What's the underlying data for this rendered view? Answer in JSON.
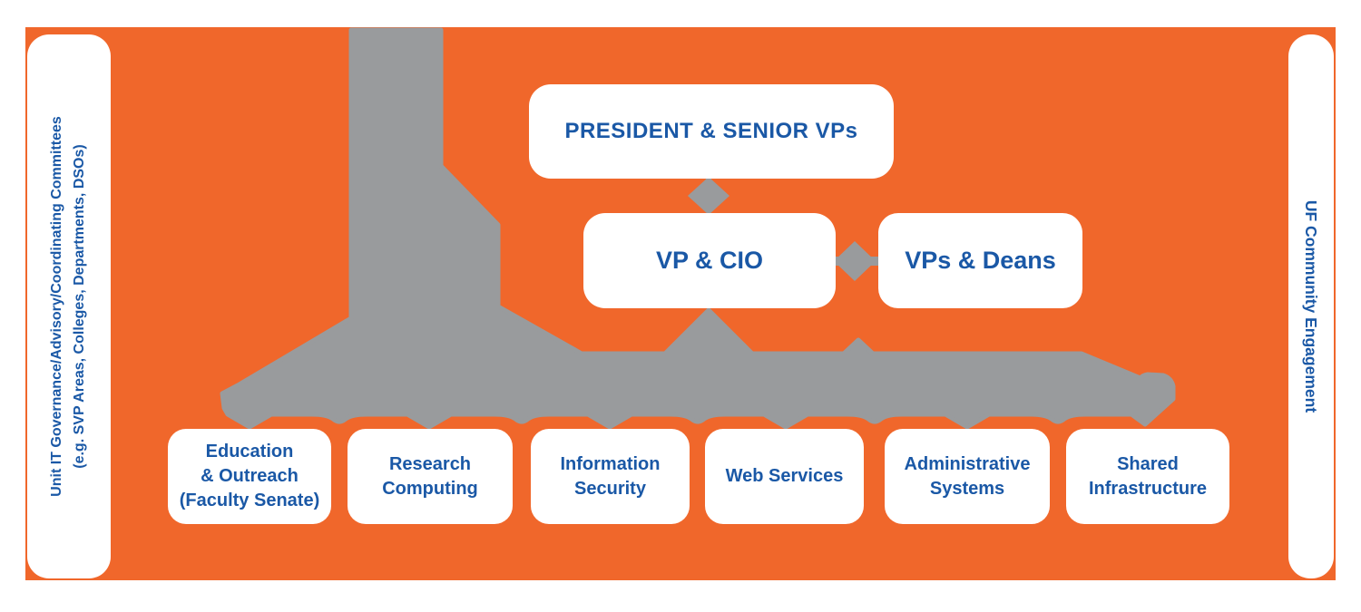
{
  "colors": {
    "background_orange": "#F0672B",
    "connector_gray": "#999B9D",
    "text_blue": "#1A58A6",
    "box_white": "#FFFFFF"
  },
  "sidebars": {
    "left_line1": "Unit IT Governance/Advisory/Coordinating Committees",
    "left_line2": "(e.g. SVP Areas, Colleges, Departments, DSOs)",
    "right_label": "UF Community Engagement"
  },
  "hierarchy": {
    "president": {
      "label": "PRESIDENT & SENIOR VPs"
    },
    "vp_cio": {
      "label": "VP & CIO"
    },
    "vps_deans": {
      "label": "VPs & Deans"
    },
    "units": [
      {
        "label": "Education & Outreach (Faculty Senate)",
        "lines": "Education\n& Outreach\n(Faculty Senate)"
      },
      {
        "label": "Research Computing",
        "lines": "Research\nComputing"
      },
      {
        "label": "Information Security",
        "lines": "Information\nSecurity"
      },
      {
        "label": "Web Services",
        "lines": "Web Services"
      },
      {
        "label": "Administrative Systems",
        "lines": "Administrative\nSystems"
      },
      {
        "label": "Shared Infrastructure",
        "lines": "Shared\nInfrastructure"
      }
    ]
  }
}
